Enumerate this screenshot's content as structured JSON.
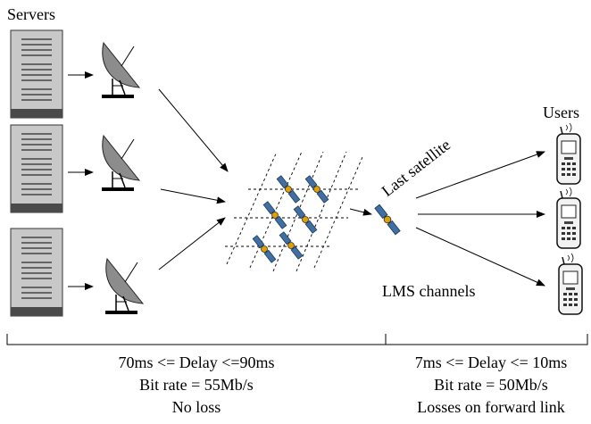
{
  "labels": {
    "servers": "Servers",
    "users": "Users",
    "last_satellite": "Last satellite",
    "lms_channels": "LMS channels"
  },
  "left_segment": {
    "delay": "70ms <= Delay <=90ms",
    "bitrate": "Bit rate = 55Mb/s",
    "loss": "No loss"
  },
  "right_segment": {
    "delay": "7ms <= Delay <= 10ms",
    "bitrate": "Bit rate = 50Mb/s",
    "loss": "Losses on forward link"
  },
  "icons": {
    "server": "server-rack-icon",
    "dish": "satellite-dish-icon",
    "satellite": "satellite-icon",
    "phone": "mobile-phone-icon"
  },
  "colors": {
    "server_body": "#c8c8c8",
    "server_dark": "#4a4a4a",
    "dish": "#8c8c8c",
    "panel": "#3f6fa3",
    "satellite_body": "#e0a000"
  }
}
